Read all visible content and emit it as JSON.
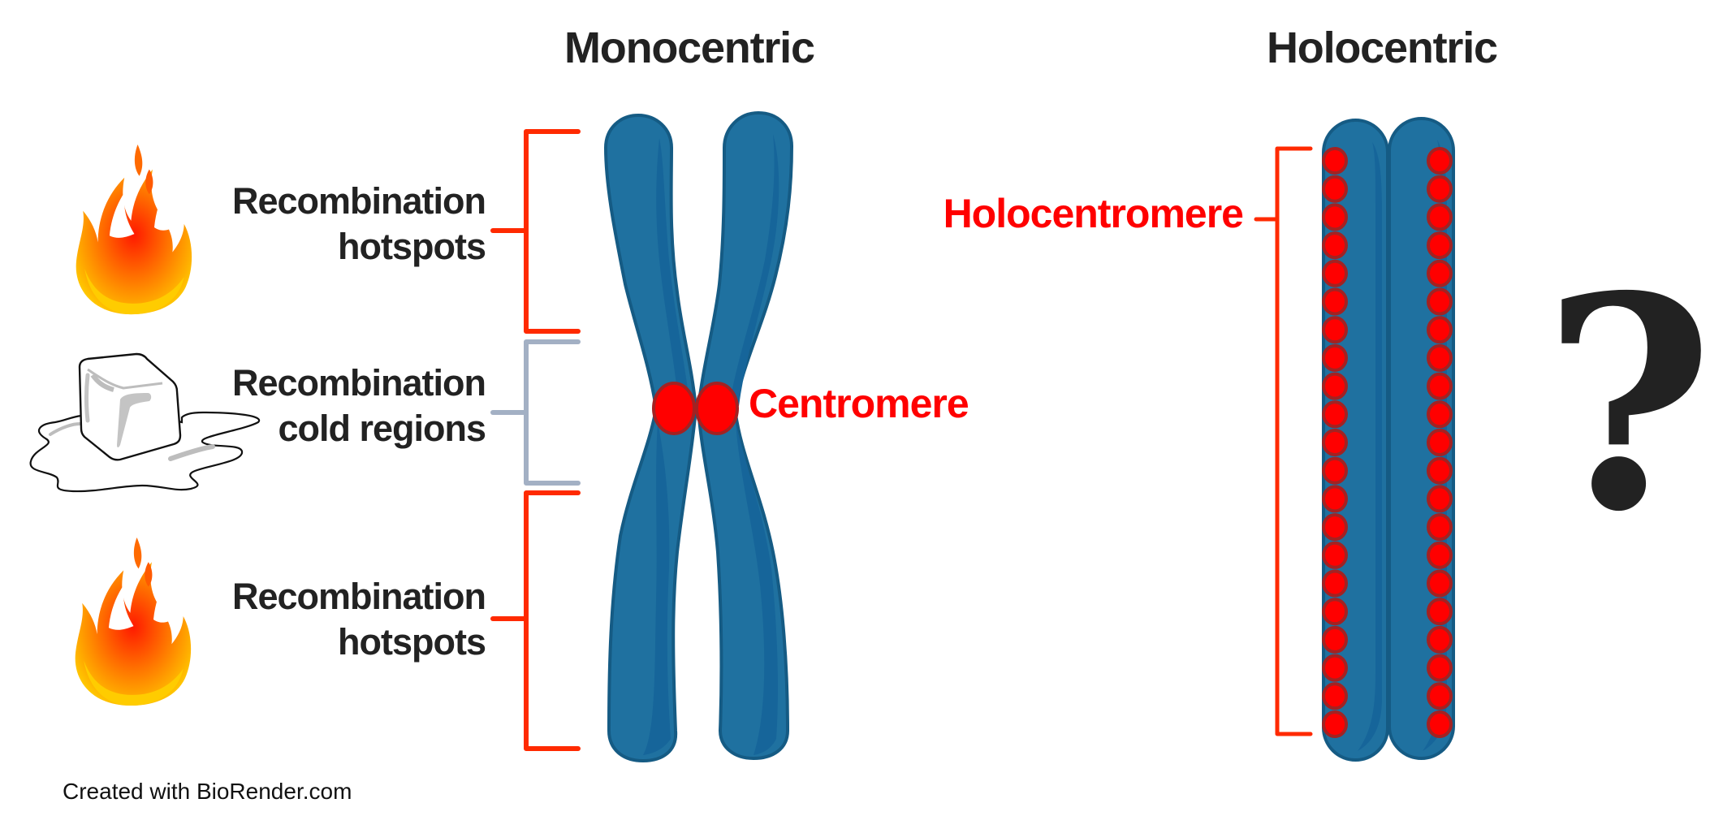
{
  "titles": {
    "monocentric": "Monocentric",
    "holocentric": "Holocentric"
  },
  "monocentric": {
    "regions": [
      {
        "line1": "Recombination",
        "line2": "hotspots",
        "kind": "hot",
        "icon": "fire-icon"
      },
      {
        "line1": "Recombination",
        "line2": "cold regions",
        "kind": "cold",
        "icon": "ice-cube-icon"
      },
      {
        "line1": "Recombination",
        "line2": "hotspots",
        "kind": "hot",
        "icon": "fire-icon"
      }
    ],
    "centromere_label": "Centromere"
  },
  "holocentric": {
    "holocentromere_label": "Holocentromere",
    "dots_per_chromatid": 21,
    "unknown_symbol": "?"
  },
  "colors": {
    "hot_bracket": "#ff2a00",
    "cold_bracket": "#a3b0c4",
    "chromosome_fill": "#1f71a0",
    "chromosome_shade": "#16659a",
    "chromosome_outline": "#155b84",
    "centromere_fill": "#ff0000",
    "centromere_outline": "#a32222",
    "label_red": "#ff0000",
    "text_dark": "#222222"
  },
  "footer": "Created with BioRender.com"
}
